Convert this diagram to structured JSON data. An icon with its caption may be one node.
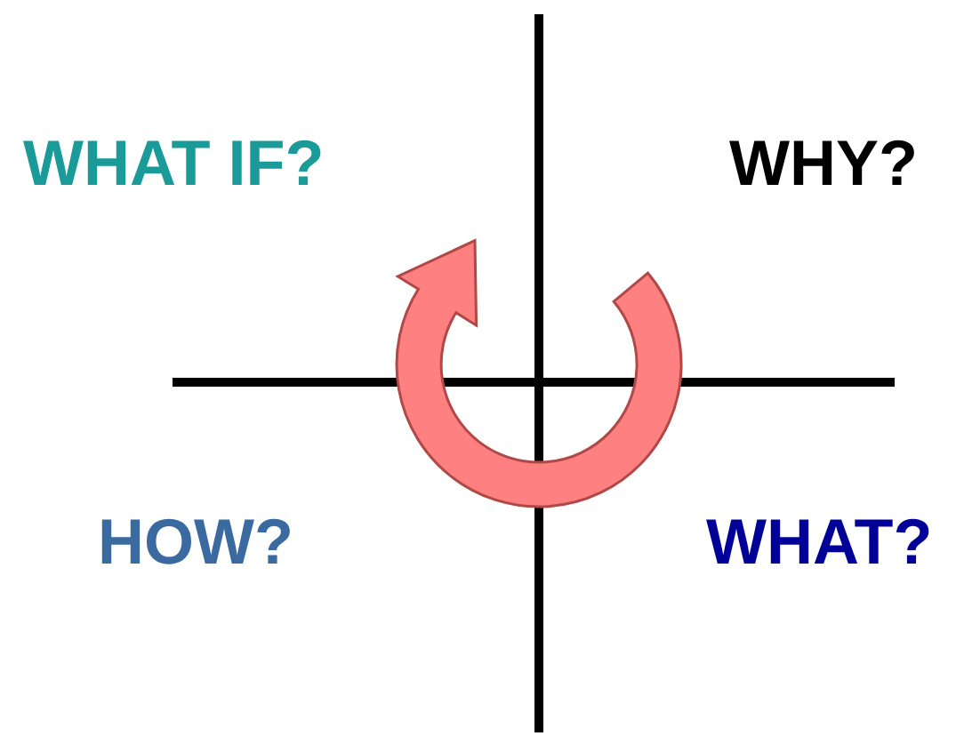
{
  "diagram": {
    "labels": [
      "WHAT IF?",
      "WHY?",
      "HOW?",
      "WHAT?"
    ]
  }
}
